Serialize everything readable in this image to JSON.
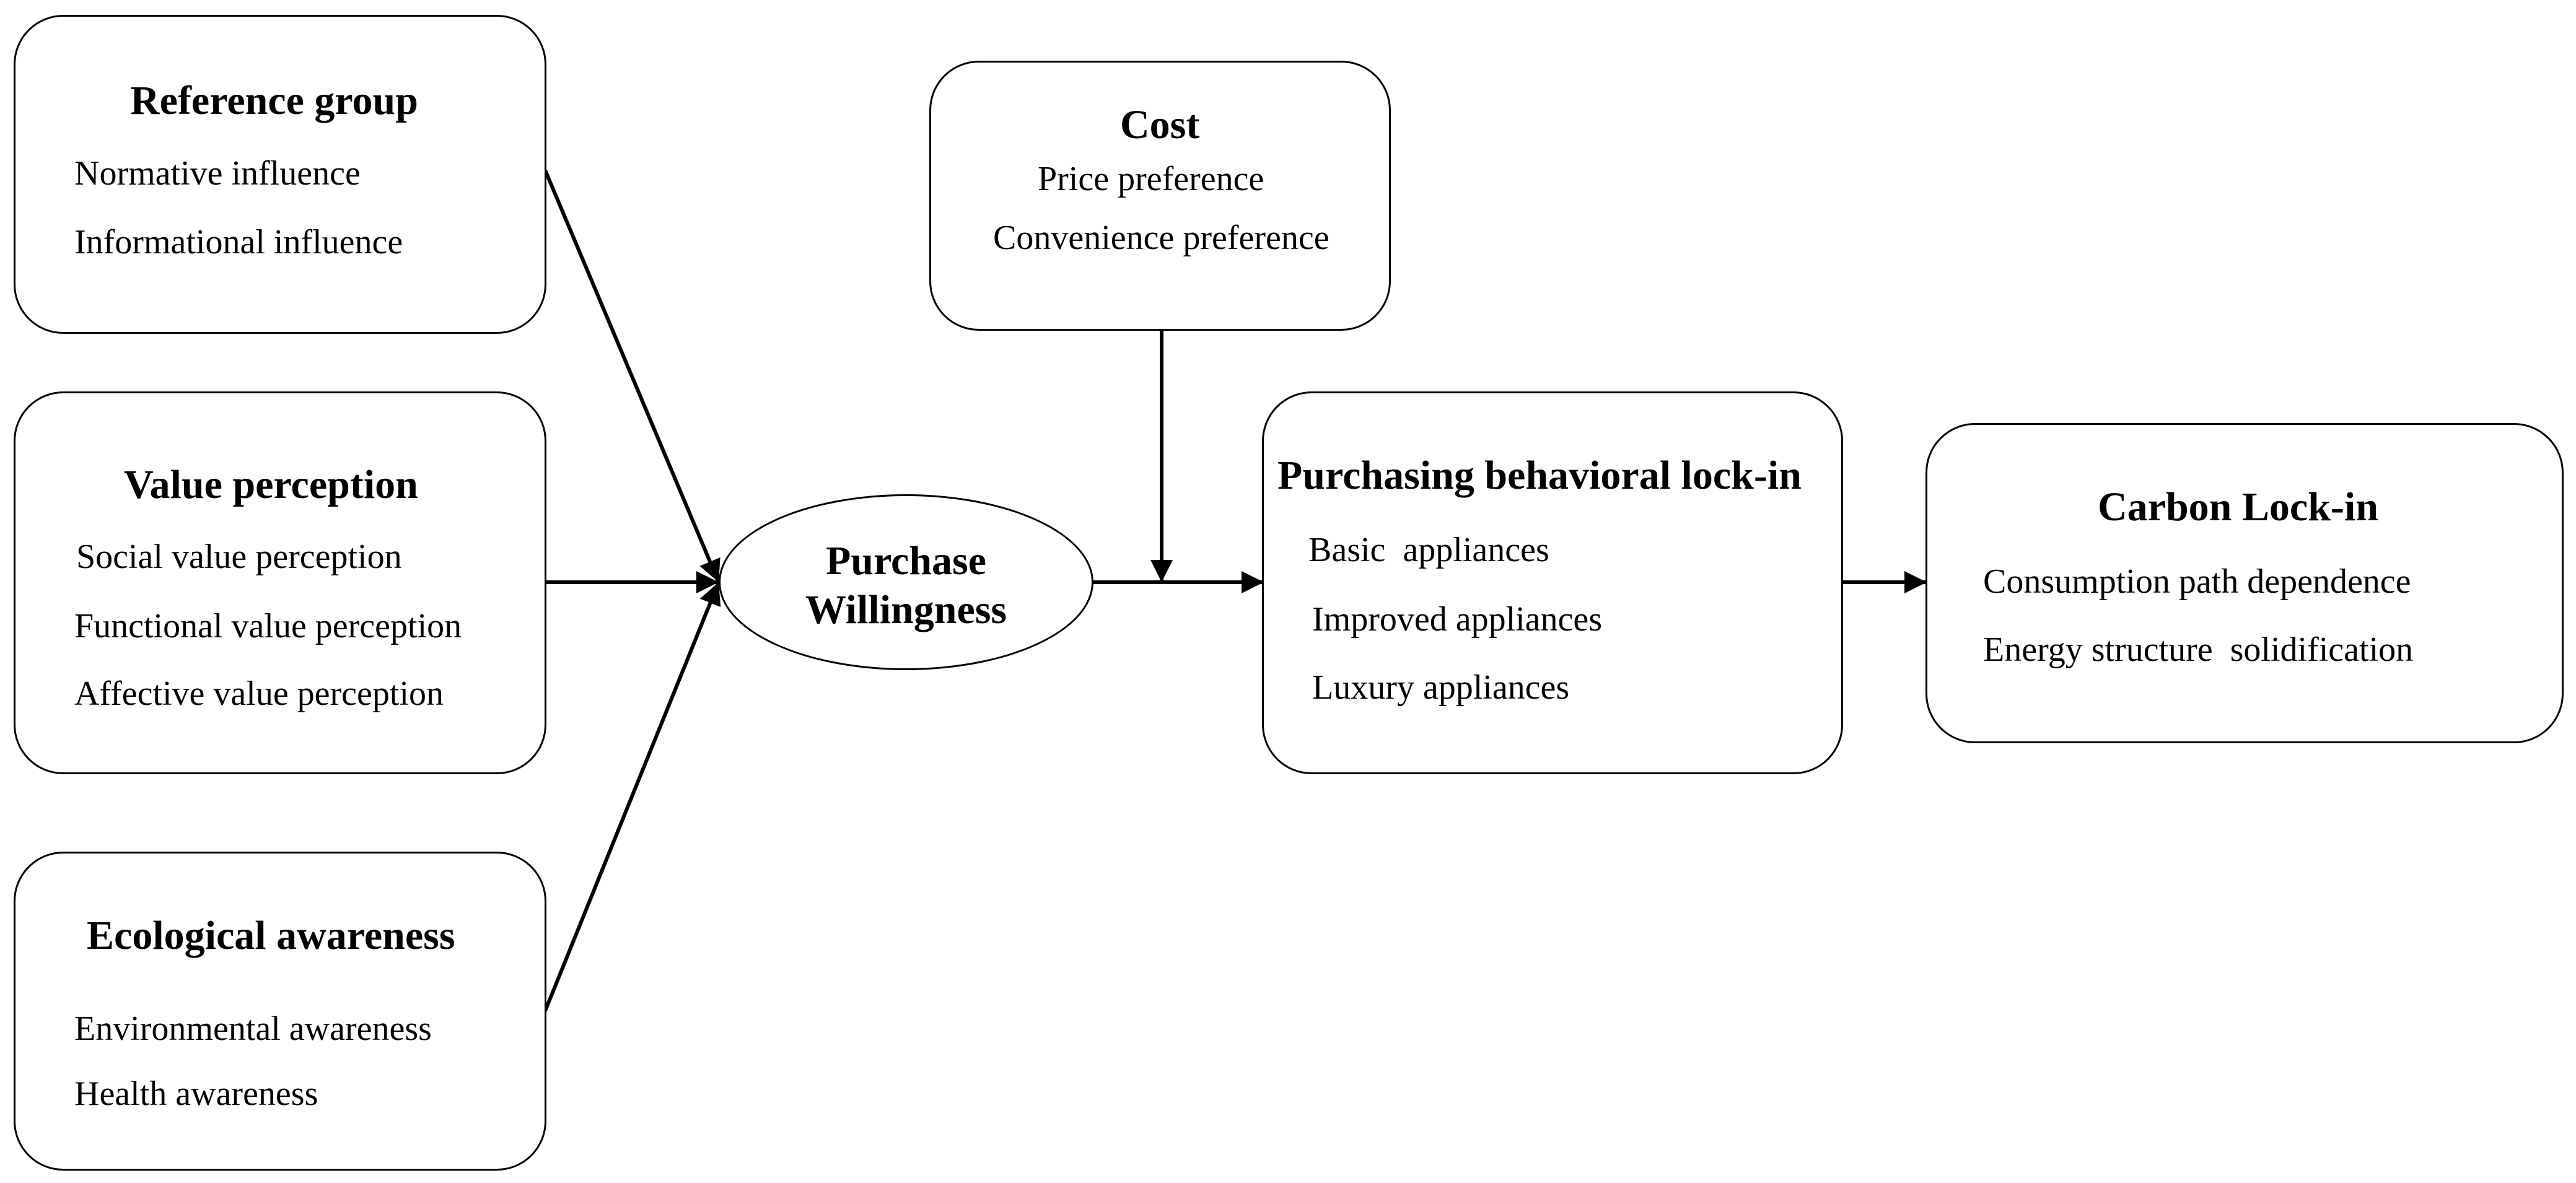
{
  "reference_group": {
    "title": "Reference group",
    "items": [
      "Normative influence",
      "Informational influence"
    ]
  },
  "value_perception": {
    "title": "Value perception",
    "items": [
      "Social value perception",
      "Functional value perception",
      "Affective value perception"
    ]
  },
  "ecological_awareness": {
    "title": "Ecological awareness",
    "items": [
      "Environmental awareness",
      "Health awareness"
    ]
  },
  "cost": {
    "title": "Cost",
    "items": [
      "Price preference",
      "Convenience preference"
    ]
  },
  "purchase_willingness": {
    "line1": "Purchase",
    "line2": "Willingness"
  },
  "purchasing_lockin": {
    "title": "Purchasing behavioral lock-in",
    "items": [
      "Basic  appliances",
      "Improved appliances",
      "Luxury appliances"
    ]
  },
  "carbon_lockin": {
    "title": "Carbon Lock-in",
    "items": [
      "Consumption path dependence",
      "Energy structure  solidification"
    ]
  }
}
